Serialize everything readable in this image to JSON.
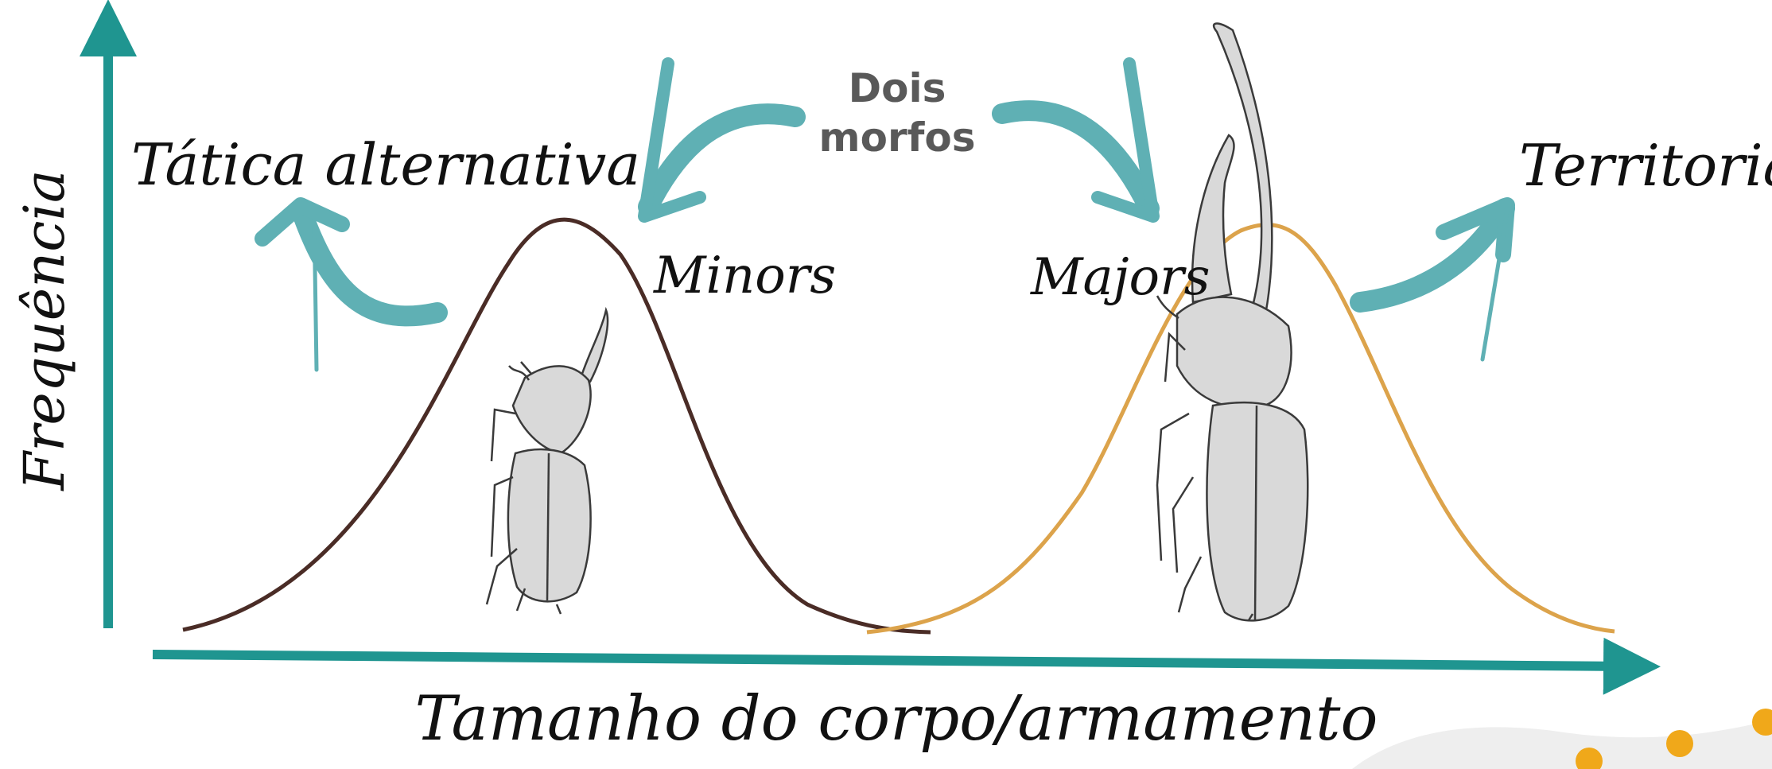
{
  "labels": {
    "y_axis": "Frequência",
    "x_axis": "Tamanho do corpo/armamento",
    "tactic_left": "Tática alternativa",
    "tactic_right": "Territoriais",
    "center_line1": "Dois",
    "center_line2": "morfos",
    "minors": "Minors",
    "majors": "Majors"
  },
  "colors": {
    "axis": "#1f9590",
    "arrow": "#5fb0b4",
    "minor_curve": "#4a2c26",
    "major_curve": "#dca34b",
    "beetle_fill": "#d9d9d9",
    "beetle_stroke": "#3a3a3a",
    "decor_dots": "#f0a81a",
    "decor_blob": "#eeeeee"
  },
  "icons": [
    "beetle-minor-illustration",
    "beetle-major-illustration"
  ]
}
